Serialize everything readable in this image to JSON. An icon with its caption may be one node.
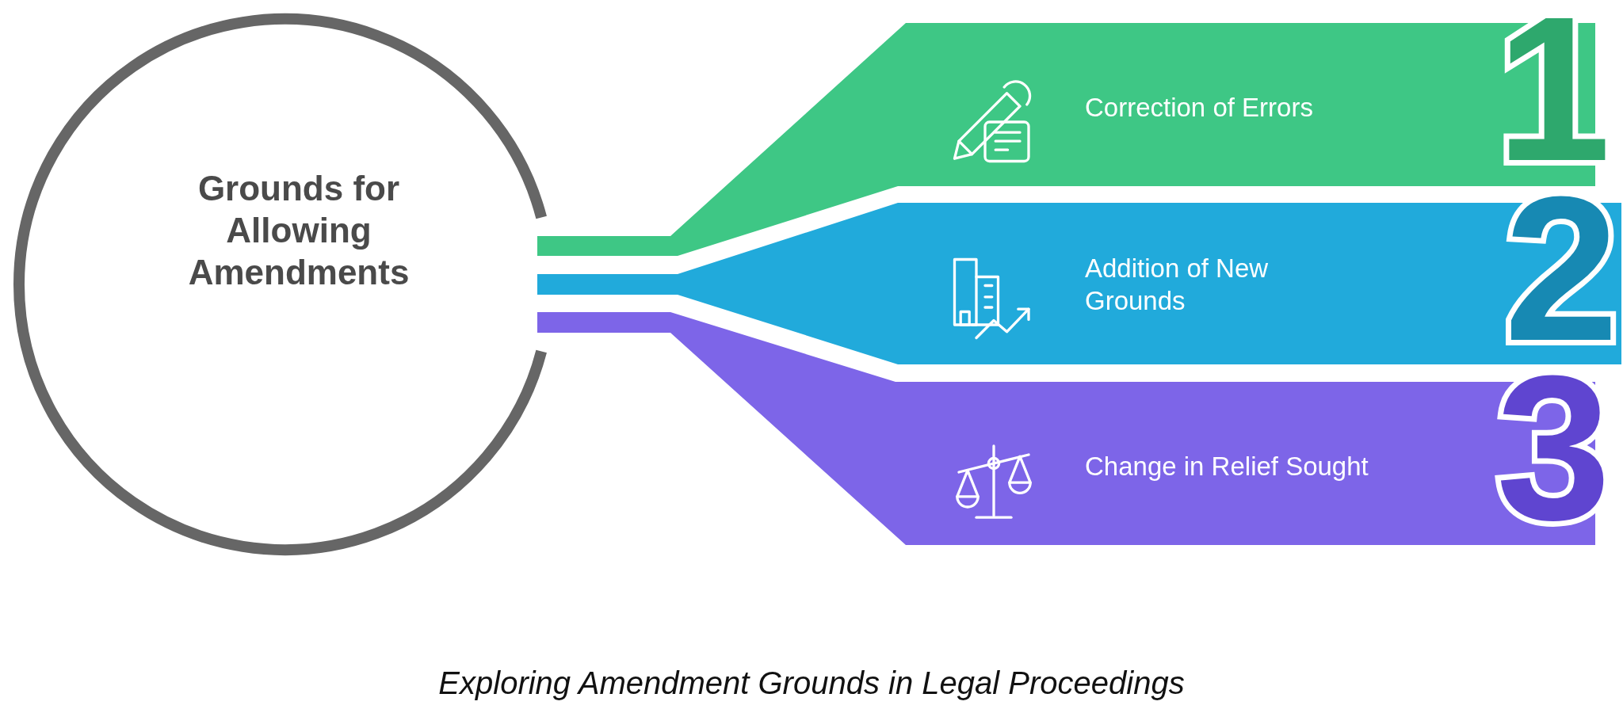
{
  "diagram": {
    "caption": "Exploring Amendment Grounds in Legal Proceedings",
    "nodes": [
      {
        "text": [
          "Grounds for Allowing Amendments"
        ]
      },
      {
        "text": [
          "Correction of Errors",
          "1"
        ]
      },
      {
        "text": [
          "Addition of New Grounds",
          "2"
        ]
      },
      {
        "text": [
          "Change in Relief Sought",
          "3"
        ]
      }
    ]
  }
}
